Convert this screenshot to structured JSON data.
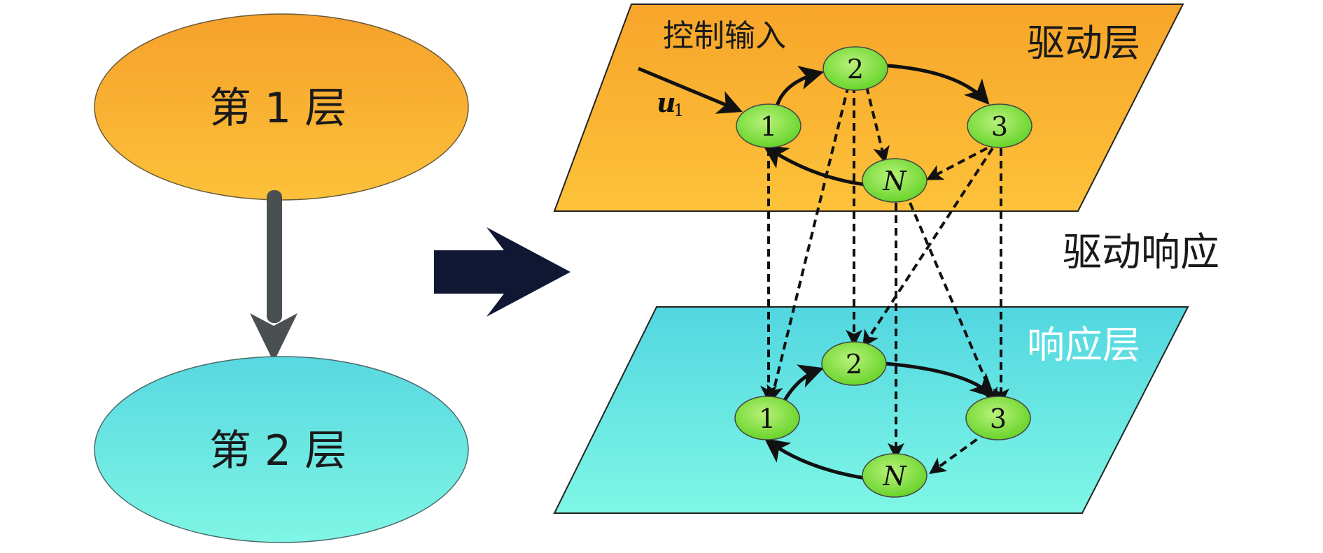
{
  "left_panel": {
    "layer1_label": "第 1 层",
    "layer2_label": "第 2 层"
  },
  "drive_layer": {
    "title": "驱动层",
    "control_input_label": "控制输入",
    "input_symbol": "u",
    "input_subscript": "1",
    "nodes": [
      "1",
      "2",
      "3",
      "N"
    ]
  },
  "response_layer": {
    "title": "响应层",
    "nodes": [
      "1",
      "2",
      "3",
      "N"
    ]
  },
  "coupling_label": "驱动响应",
  "colors": {
    "drive_plane": "#fbb12a",
    "response_plane": "#5fdfe3",
    "node_fill": "#7cdc3c",
    "arrow": "#111111",
    "big_arrow": "#0f1733",
    "gray_arrow": "#4a4f52"
  }
}
